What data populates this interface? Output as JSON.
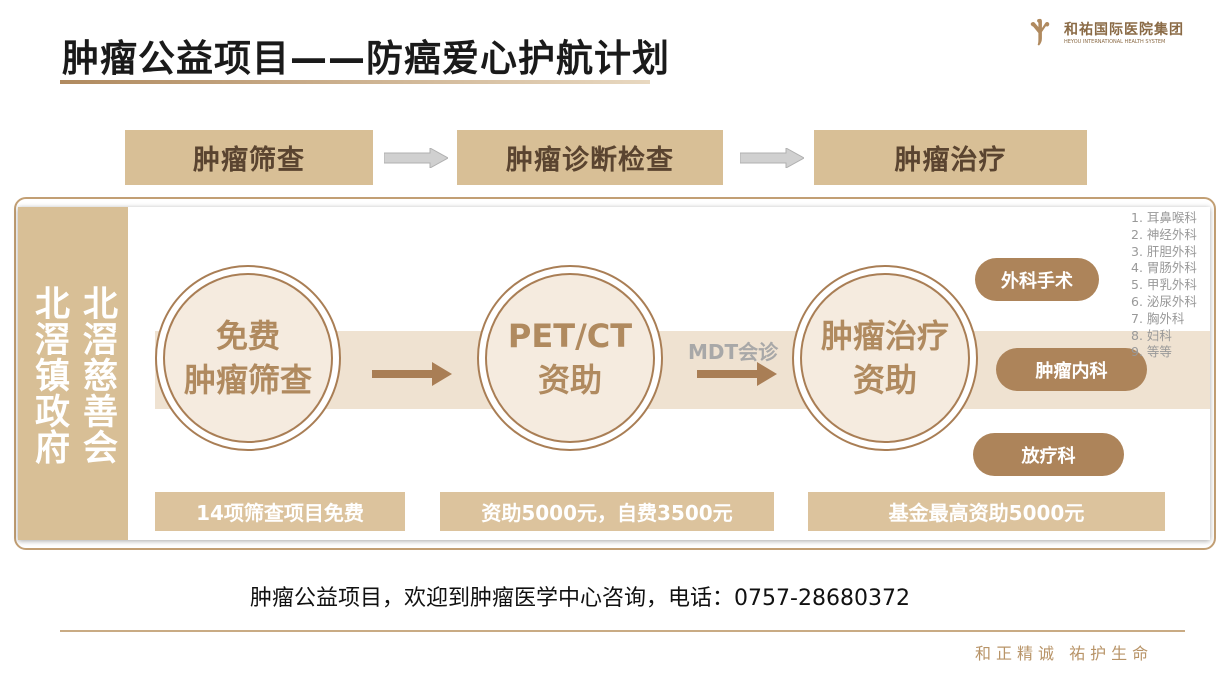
{
  "title": "肿瘤公益项目——防癌爱心护航计划",
  "logo": {
    "name_cn": "和祐国际医院集团",
    "name_en": "HEYOU INTERNATIONAL HEALTH SYSTEM"
  },
  "steps": [
    "肿瘤筛查",
    "肿瘤诊断检查",
    "肿瘤治疗"
  ],
  "left_panel": {
    "col1": "北滘镇政府",
    "col2": "北滘慈善会"
  },
  "circles": [
    {
      "line1": "免费",
      "line2": "肿瘤筛查"
    },
    {
      "line1": "PET/CT",
      "line2": "资助"
    },
    {
      "line1": "肿瘤治疗",
      "line2": "资助"
    }
  ],
  "mdt_label": "MDT会诊",
  "departments": [
    "外科手术",
    "肿瘤内科",
    "放疗科"
  ],
  "surgery_list": [
    "1. 耳鼻喉科",
    "2. 神经外科",
    "3. 肝胆外科",
    "4. 胃肠外科",
    "5. 甲乳外科",
    "6. 泌尿外科",
    "7. 胸外科",
    "8. 妇科",
    "9. 等等"
  ],
  "bottom_labels": [
    "14项筛查项目免费",
    "资助5000元，自费3500元",
    "基金最高资助5000元"
  ],
  "footer": "肿瘤公益项目，欢迎到肿瘤医学中心咨询，电话：0757-28680372",
  "slogan": "和正精诚  祐护生命"
}
